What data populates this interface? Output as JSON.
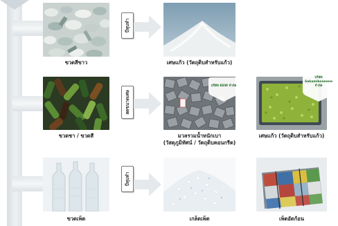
{
  "colors": {
    "spine": "#dfe4e8",
    "arrow": "#e7ebee",
    "caption": "#1f1f1f",
    "badge_text": "#1e6b24"
  },
  "rows": [
    {
      "source_caption": "ขวดสีขาว",
      "tag_label": "บีทุบทำ",
      "result_caption": "เศษแก้ว (วัตถุดิบสำหรับแก้ว)"
    },
    {
      "source_caption": "ขวดชา / ขวดสี",
      "tag_label": "ลดขนาดเศษ",
      "result_caption_line1": "มวลรวมน้ำหนักเบา",
      "result_caption_line2": "(วัสดุภูมิทัศน์ / วัตถุดิบคอนกรีต)",
      "result_badge": "บริษัท KEW จำกัด",
      "extra_caption": "เศษแก้ว (วัตถุดิบสำหรับแก้ว)",
      "extra_badge_line1": "บริษัท",
      "extra_badge_line2": "Sakamikoneene",
      "extra_badge_line3": "จำกัด"
    },
    {
      "source_caption": "ขวดเพ็ต",
      "tag_label": "บีทุบทำ",
      "result_caption": "เกล็ดเพ็ต",
      "extra_caption": "เพ็ตอัดก้อน"
    }
  ]
}
